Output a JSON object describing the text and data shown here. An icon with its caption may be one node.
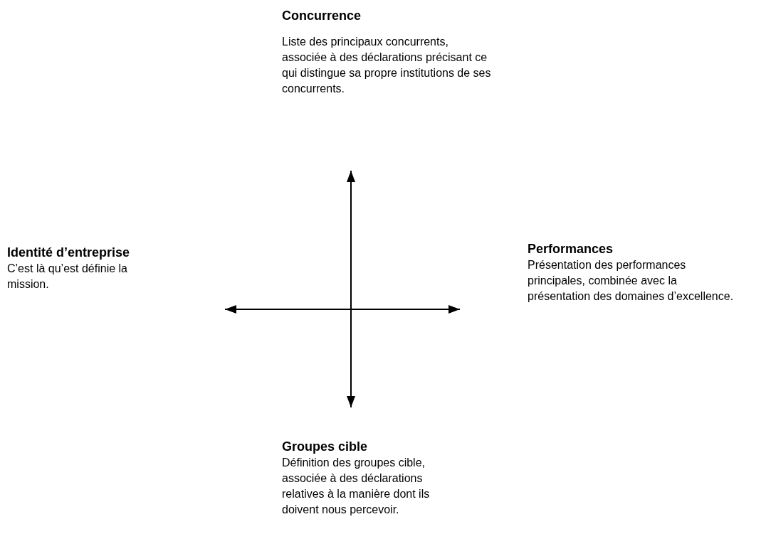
{
  "diagram": {
    "nodes": [
      {
        "text": [
          "Concurrence",
          "Liste des principaux concurrents, associée à des déclarations précisant ce qui distingue sa propre institutions de ses concurrents."
        ]
      },
      {
        "text": [
          "Identité d’entreprise",
          "C’est là qu’est définie la mission."
        ]
      },
      {
        "text": [
          "Performances",
          "Présentation des performances principales, combinée avec la présentation des domaines d’excellence."
        ]
      },
      {
        "text": [
          "Groupes cible",
          "Définition des groupes cible, associée à des déclarations relatives à la manière dont ils doivent nous percevoir."
        ]
      }
    ]
  }
}
